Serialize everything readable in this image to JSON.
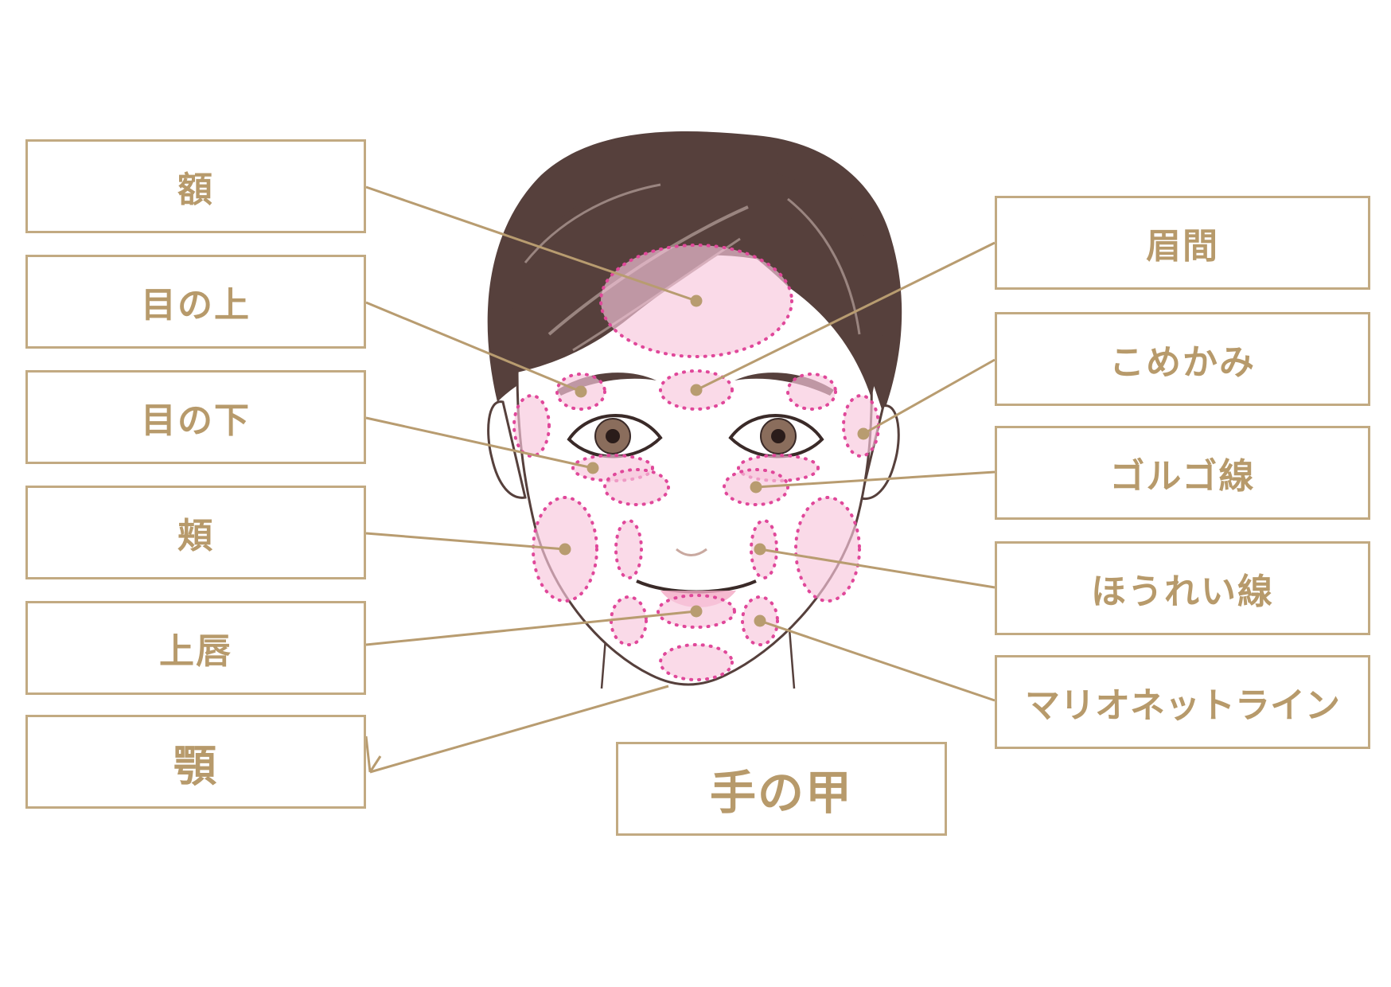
{
  "colors": {
    "label_text": "#b79a6b",
    "box_border": "#c2aa82",
    "leader_line": "#b89c70",
    "hair": "#56403c",
    "skin": "#ffffff",
    "zone_fill": "#f7c6dc",
    "zone_dots": "#e0489a"
  },
  "labels": {
    "forehead": "額",
    "above_eye": "目の上",
    "under_eye": "目の下",
    "cheek": "頬",
    "upper_lip": "上唇",
    "jaw": "顎",
    "glabella": "眉間",
    "temple": "こめかみ",
    "golgo_line": "ゴルゴ線",
    "nasolabial_fold": "ほうれい線",
    "marionette_line": "マリオネットライン",
    "back_of_hand": "手の甲"
  }
}
